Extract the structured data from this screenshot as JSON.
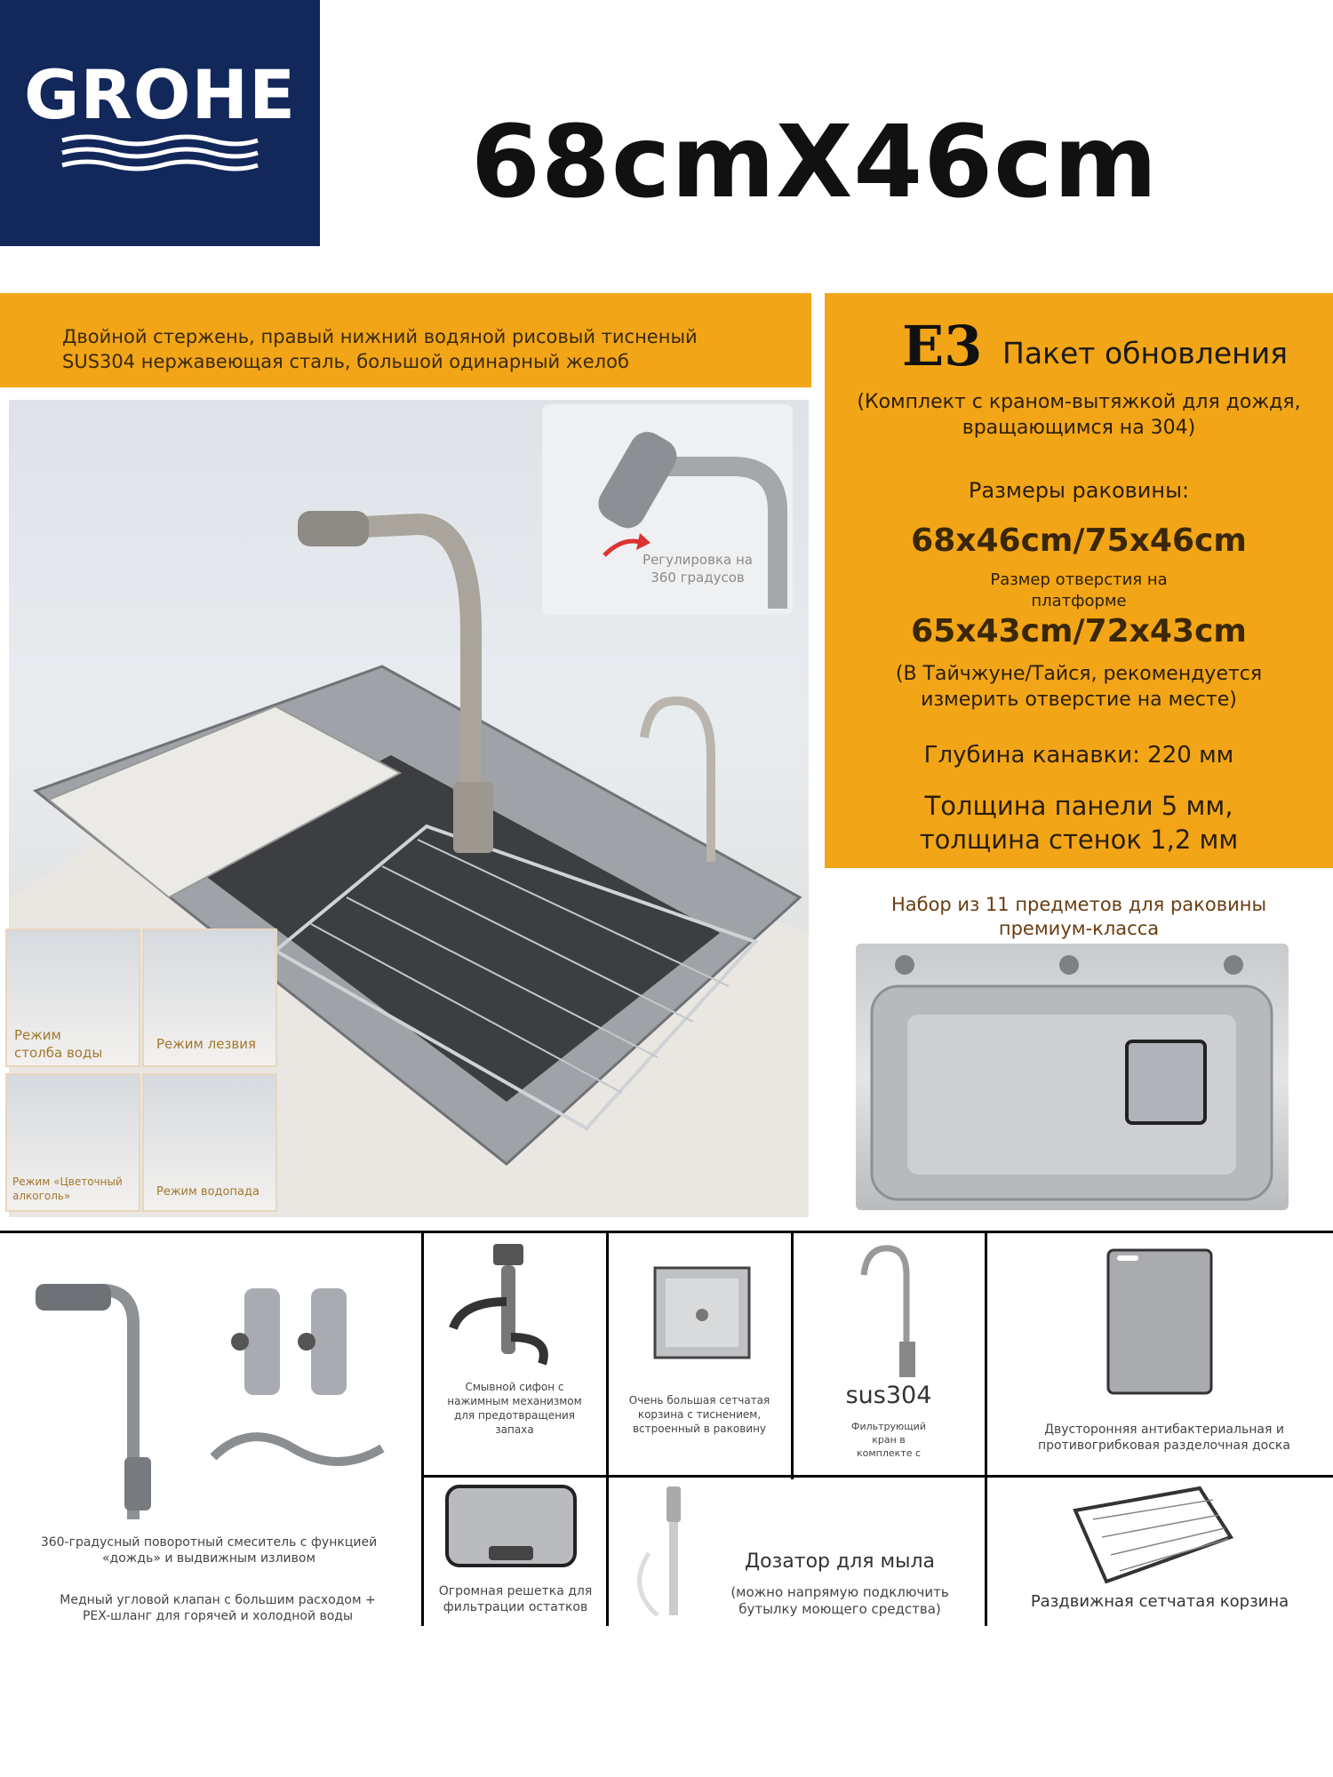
{
  "brand": {
    "logo_text": "GROHE"
  },
  "headline": "68cmX46cm",
  "left_band": {
    "line1": "Двойной стержень, правый нижний водяной рисовый тисненый",
    "line2": "SUS304 нержавеющая сталь, большой одинарный желоб"
  },
  "right_panel": {
    "badge": "E3",
    "title": "Пакет обновления",
    "note_line1": "(Комплект с краном-вытяжкой для дождя,",
    "note_line2": "вращающимся на 304)",
    "sink_size_label": "Размеры раковины:",
    "sink_sizes": "68x46cm/75x46cm",
    "hole_label_line1": "Размер отверстия на",
    "hole_label_line2": "платформе",
    "hole_sizes": "65x43cm/72x43cm",
    "hole_note_line1": "(В Тайчжуне/Тайся, рекомендуется",
    "hole_note_line2": "измерить отверстие на месте)",
    "depth": "Глубина канавки: 220 мм",
    "panel_thickness": "Толщина панели 5 мм,",
    "wall_thickness": "толщина стенок 1,2 мм"
  },
  "main_photo": {
    "inset_caption_line1": "Регулировка на",
    "inset_caption_line2": "360 градусов",
    "modes": [
      {
        "label_line1": "Режим",
        "label_line2": "столба воды"
      },
      {
        "label_line1": "Режим лезвия",
        "label_line2": ""
      },
      {
        "label_line1": "Режим «Цветочный",
        "label_line2": "алкоголь»"
      },
      {
        "label_line1": "Режим водопада",
        "label_line2": ""
      }
    ]
  },
  "kit": {
    "title_line1": "Набор из 11 предметов для раковины",
    "title_line2": "премиум-класса"
  },
  "items": {
    "faucet_caption_line1": "360-градусный поворотный смеситель с функцией",
    "faucet_caption_line2": "«дождь» и выдвижным изливом",
    "valve_caption_line1": "Медный угловой клапан с большим расходом +",
    "valve_caption_line2": "PEX-шланг для горячей и холодной воды",
    "siphon_caption_line1": "Смывной сифон с",
    "siphon_caption_line2": "нажимным механизмом",
    "siphon_caption_line3": "для предотвращения",
    "siphon_caption_line4": "запаха",
    "basket_caption_line1": "Очень большая сетчатая",
    "basket_caption_line2": "корзина с тиснением,",
    "basket_caption_line3": "встроенный в раковину",
    "filter_tap_badge": "sus304",
    "filter_tap_caption_line1": "Фильтрующий",
    "filter_tap_caption_line2": "кран в",
    "filter_tap_caption_line3": "комплекте с",
    "board_caption_line1": "Двусторонняя антибактериальная и",
    "board_caption_line2": "противогрибковая разделочная доска",
    "grate_caption_line1": "Огромная решетка для",
    "grate_caption_line2": "фильтрации остатков",
    "soap_title": "Дозатор для мыла",
    "soap_note_line1": "(можно напрямую подключить",
    "soap_note_line2": "бутылку моющего средства)",
    "rack_caption": "Раздвижная сетчатая корзина"
  }
}
